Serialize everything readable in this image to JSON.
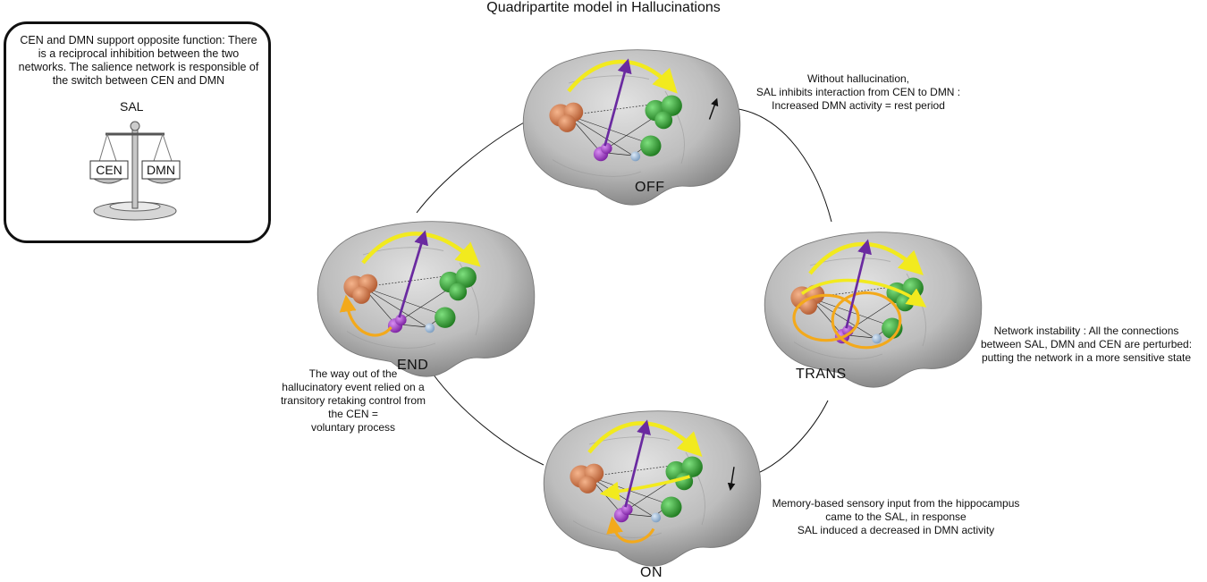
{
  "title": "Quadripartite model in Hallucinations",
  "legend": {
    "text": "CEN and DMN support opposite function: There is a reciprocal inhibition between the two networks. The salience network is responsible of the switch between CEN and DMN",
    "scale_top": "SAL",
    "scale_left": "CEN",
    "scale_right": "DMN"
  },
  "states": {
    "off": {
      "label": "OFF",
      "caption": [
        "Without hallucination,",
        "SAL inhibits interaction from CEN to DMN :",
        "Increased DMN activity = rest period"
      ]
    },
    "trans": {
      "label": "TRANS",
      "caption": [
        "Network instability :  All the connections",
        "between SAL, DMN and CEN are perturbed:",
        "putting the network in a more sensitive state"
      ]
    },
    "on": {
      "label": "ON",
      "caption": [
        "Memory-based sensory input from the hippocampus",
        "came to the SAL, in response",
        "SAL induced a decreased in DMN activity"
      ]
    },
    "end": {
      "label": "END",
      "caption": [
        "The way out of the",
        "hallucinatory event relied on a",
        "transitory retaking control from",
        "the CEN =",
        "voluntary process"
      ]
    }
  },
  "colors": {
    "brain": "#b9b9b9",
    "cen": "#e08a60",
    "dmn": "#3daa3d",
    "sal": "#a040c8",
    "hippocampus": "#9bb8d8",
    "arrow_yellow": "#f2ea1e",
    "arrow_orange": "#f3a91b",
    "arrow_purple": "#6a2aa0"
  }
}
